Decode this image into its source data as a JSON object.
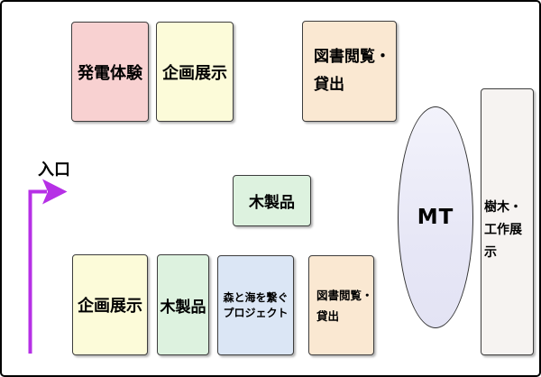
{
  "diagram": {
    "title": "exhibition-floor-plan",
    "entrance": {
      "label": "入口"
    },
    "rooms": {
      "power_experience": {
        "label": "発電体験",
        "color": "#F8D1D1"
      },
      "planned_exhibit_top": {
        "label": "企画展示",
        "color": "#FCFBD9"
      },
      "library_top": {
        "line1": "図書閲覧・",
        "line2": "貸出",
        "color": "#FAE8D2"
      },
      "wood_products_mid": {
        "label": "木製品",
        "color": "#DDF2DF"
      },
      "planned_exhibit_bottom": {
        "label": "企画展示",
        "color": "#FCFBD9"
      },
      "wood_products_bottom": {
        "label": "木製品",
        "color": "#DDF2DF"
      },
      "forest_sea_project": {
        "line1": "森と海を繋ぐ",
        "line2": "プロジェクト",
        "color": "#DBE6F5"
      },
      "library_bottom": {
        "line1": "図書閲覧・",
        "line2": "貸出",
        "color": "#FAE8D2"
      },
      "mt_area": {
        "label": "MT",
        "color": "#E9E9F7"
      },
      "tree_craft_exhibit": {
        "line1": "樹木・",
        "line2": "工作展示",
        "color": "#F6F3F1"
      }
    },
    "arrow": {
      "color": "#B630E6",
      "border_color": "#3d3d3d",
      "outer_border_color": "#000000"
    }
  }
}
